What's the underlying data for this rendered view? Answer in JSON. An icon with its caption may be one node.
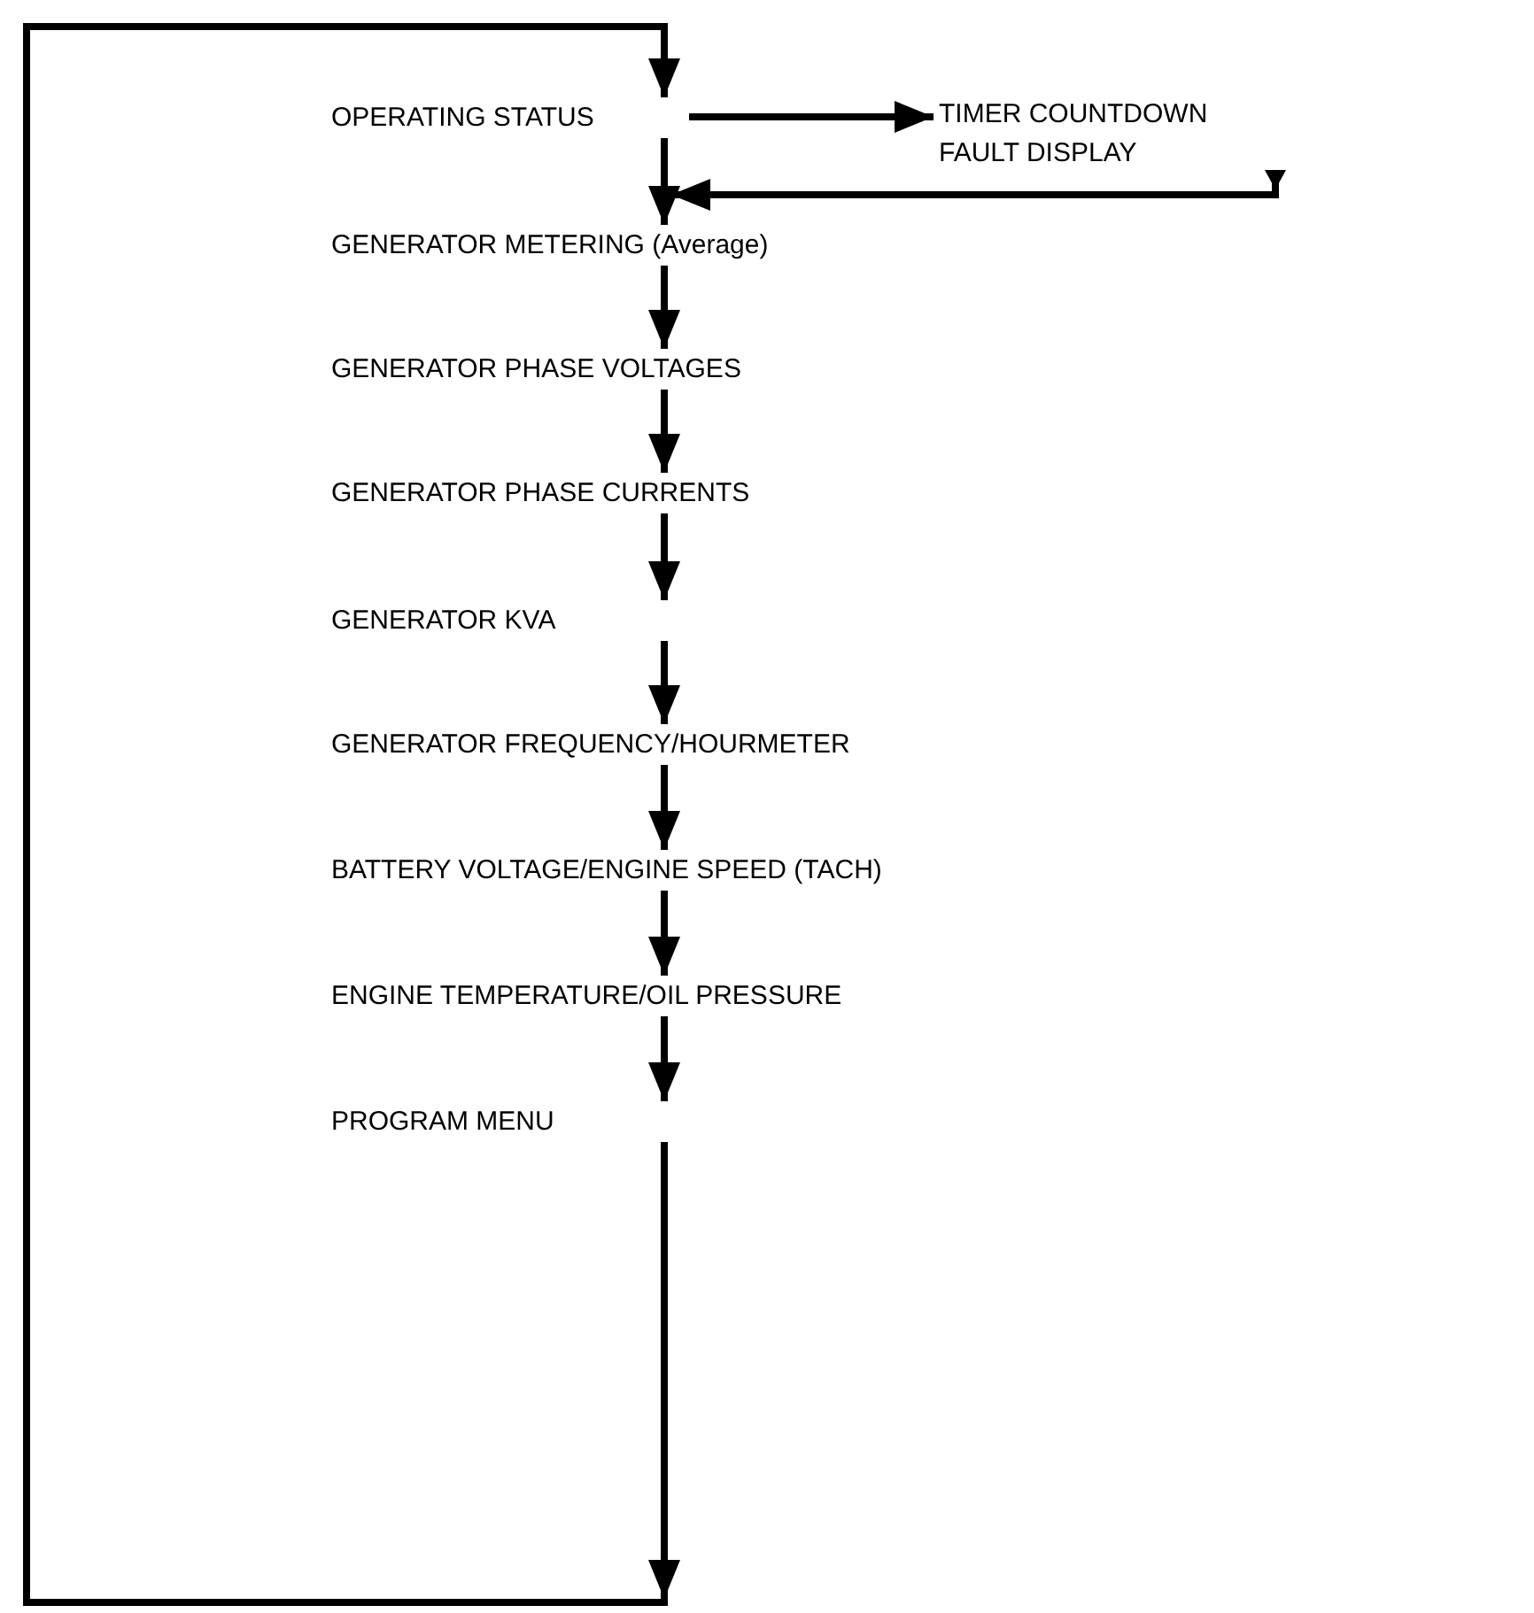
{
  "diagram": {
    "nodes": [
      {
        "text": [
          "OPERATING STATUS"
        ]
      },
      {
        "text": [
          "TIMER COUNTDOWN FAULT DISPLAY"
        ]
      },
      {
        "text": [
          "GENERATOR METERING (Average)"
        ]
      },
      {
        "text": [
          "GENERATOR PHASE VOLTAGES"
        ]
      },
      {
        "text": [
          "GENERATOR PHASE CURRENTS"
        ]
      },
      {
        "text": [
          "GENERATOR KVA"
        ]
      },
      {
        "text": [
          "GENERATOR FREQUENCY/HOURMETER"
        ]
      },
      {
        "text": [
          "BATTERY VOLTAGE/ENGINE SPEED (TACH)"
        ]
      },
      {
        "text": [
          "ENGINE TEMPERATURE/OIL PRESSURE"
        ]
      },
      {
        "text": [
          "PROGRAM MENU"
        ]
      }
    ],
    "edges": [
      {
        "from": 0,
        "to": 1,
        "arrow": "to"
      },
      {
        "from": 0,
        "to": 2,
        "arrow": "to"
      },
      {
        "from": 1,
        "to": 2,
        "arrow": "to"
      },
      {
        "from": 2,
        "to": 3,
        "arrow": "to"
      },
      {
        "from": 3,
        "to": 4,
        "arrow": "to"
      },
      {
        "from": 4,
        "to": 5,
        "arrow": "to"
      },
      {
        "from": 5,
        "to": 6,
        "arrow": "to"
      },
      {
        "from": 6,
        "to": 7,
        "arrow": "to"
      },
      {
        "from": 7,
        "to": 8,
        "arrow": "to"
      },
      {
        "from": 8,
        "to": 9,
        "arrow": "to"
      },
      {
        "from": 9,
        "to": 0,
        "arrow": "to"
      }
    ]
  }
}
